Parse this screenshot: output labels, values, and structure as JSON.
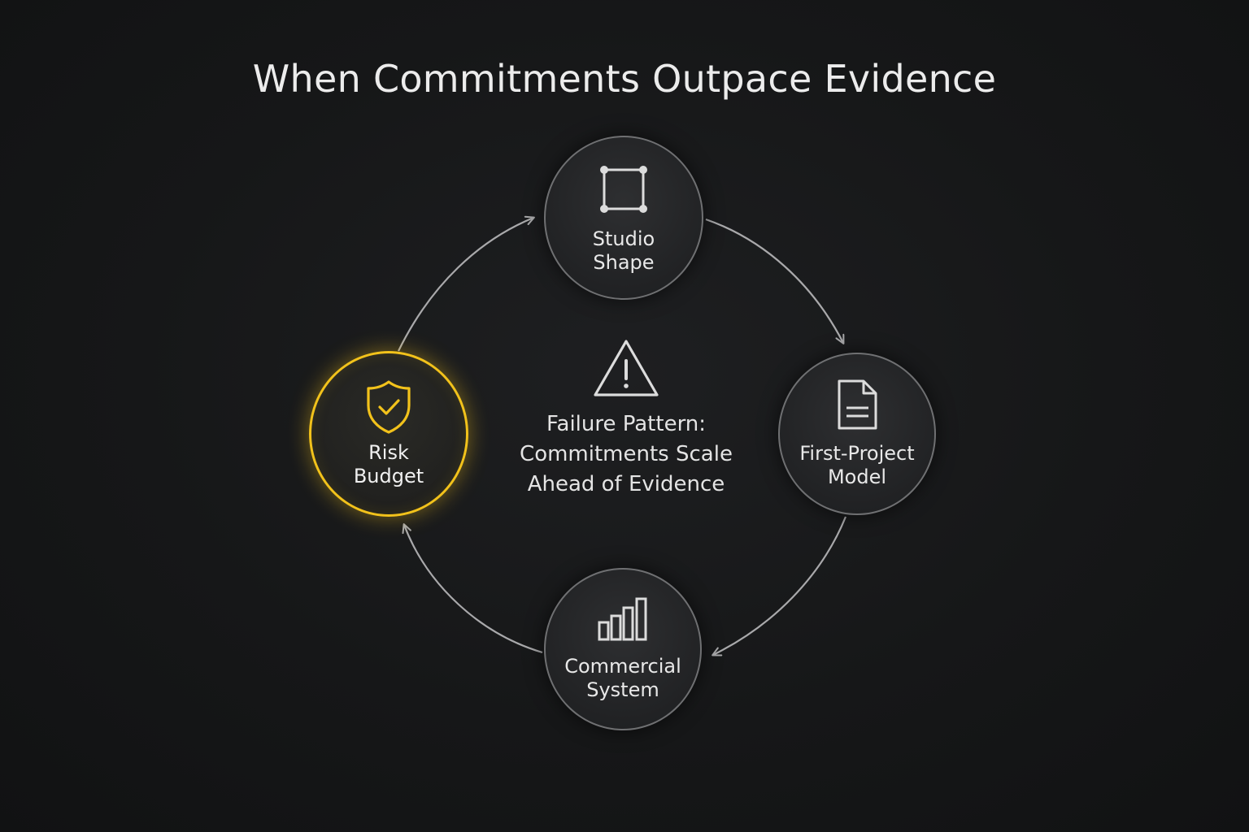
{
  "title": "When Commitments Outpace Evidence",
  "center": {
    "icon": "warning-triangle-icon",
    "text": "Failure Pattern:\nCommitments Scale\nAhead of Evidence"
  },
  "nodes": [
    {
      "id": "studio-shape",
      "label": "Studio\nShape",
      "icon": "square-frame-icon"
    },
    {
      "id": "first-project-model",
      "label": "First-Project\nModel",
      "icon": "document-icon"
    },
    {
      "id": "commercial-system",
      "label": "Commercial\nSystem",
      "icon": "bar-chart-icon"
    },
    {
      "id": "risk-budget",
      "label": "Risk\nBudget",
      "icon": "shield-check-icon",
      "highlighted": true
    }
  ],
  "colors": {
    "background": "#151617",
    "highlight": "#f2c21b",
    "node_border": "#6f7072",
    "arrow": "#a9a9ab",
    "text": "#e8e8e8"
  }
}
